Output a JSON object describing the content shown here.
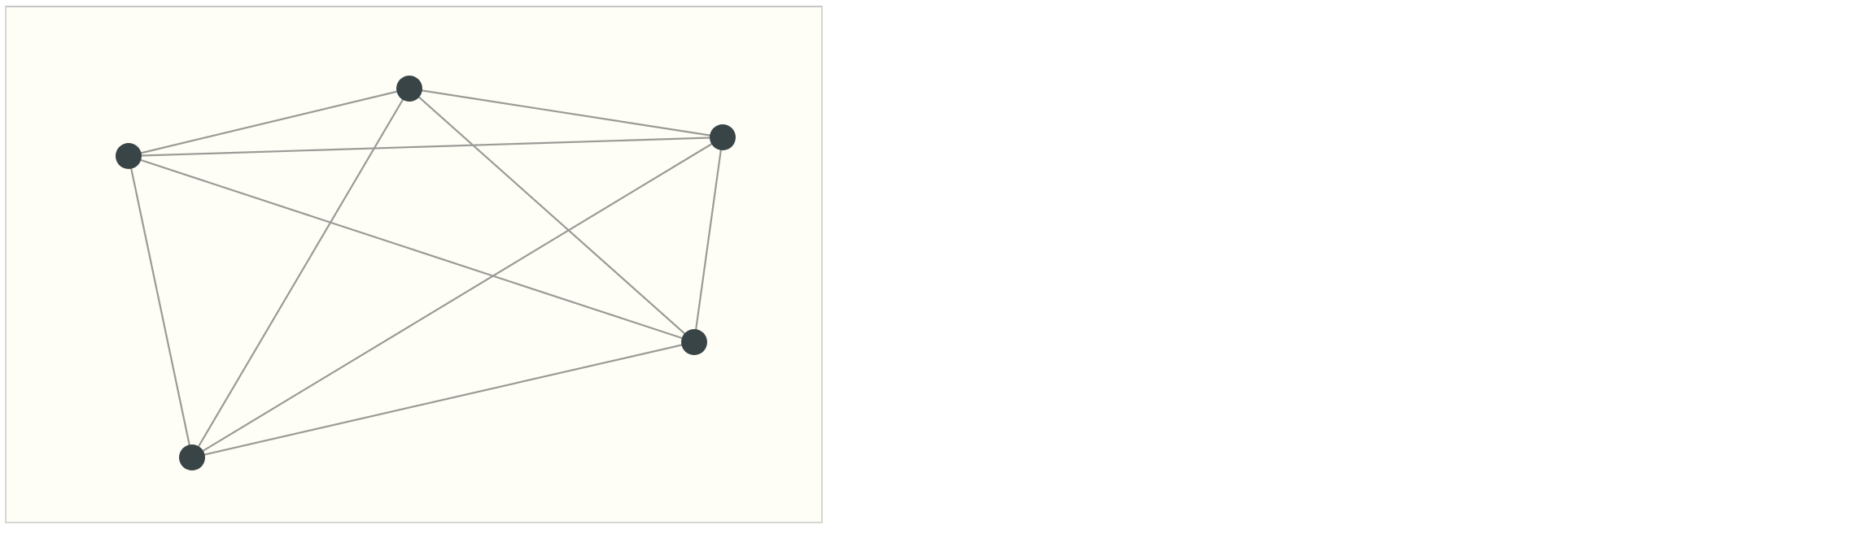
{
  "graph": {
    "type": "complete-graph",
    "node_color": "#394446",
    "edge_color": "#9a9a96",
    "background_color": "#fefef7",
    "nodes": [
      {
        "id": "n1"
      },
      {
        "id": "n2"
      },
      {
        "id": "n3"
      },
      {
        "id": "n4"
      },
      {
        "id": "n5"
      }
    ],
    "edges": [
      [
        "n1",
        "n2"
      ],
      [
        "n1",
        "n3"
      ],
      [
        "n1",
        "n4"
      ],
      [
        "n1",
        "n5"
      ],
      [
        "n2",
        "n3"
      ],
      [
        "n2",
        "n4"
      ],
      [
        "n2",
        "n5"
      ],
      [
        "n3",
        "n4"
      ],
      [
        "n3",
        "n5"
      ],
      [
        "n4",
        "n5"
      ]
    ]
  }
}
